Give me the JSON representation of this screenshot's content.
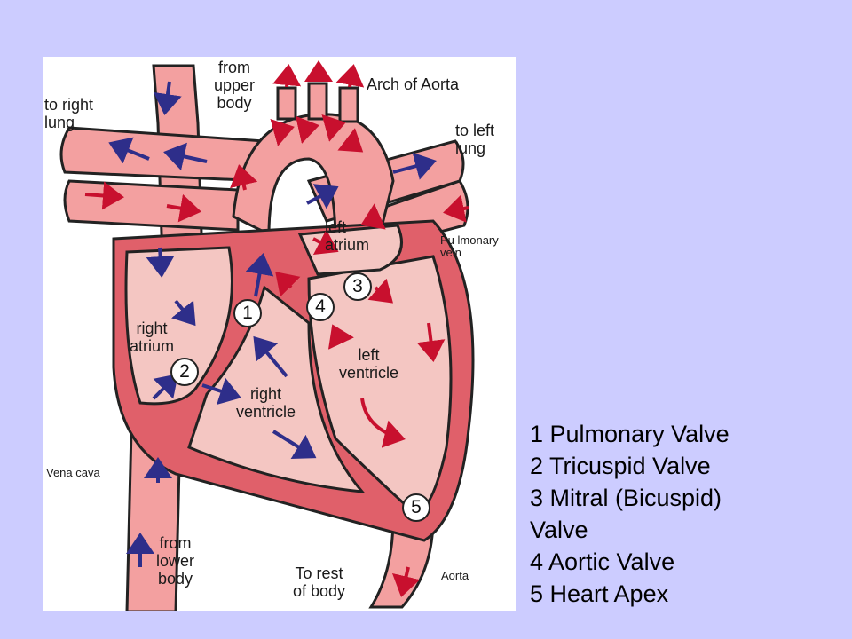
{
  "labels": {
    "upper_body": "from\nupper\nbody",
    "arch": "Arch of Aorta",
    "right_lung": "to right\nlung",
    "left_lung": "to left\nlung",
    "left_atrium": "left\natrium",
    "pulmonary_vein": "Pu lmonary\nvein",
    "right_atrium": "right\natrium",
    "left_ventricle": "left\nventricle",
    "right_ventricle": "right\nventricle",
    "vena_cava": "Vena cava",
    "lower_body": "from\nlower\nbody",
    "rest_of_body": "To rest\nof body",
    "aorta": "Aorta"
  },
  "markers": [
    "1",
    "2",
    "3",
    "4",
    "5"
  ],
  "legend": [
    "1 Pulmonary Valve",
    "2 Tricuspid Valve",
    "3 Mitral (Bicuspid)",
    "Valve",
    "4 Aortic Valve",
    "5 Heart Apex"
  ],
  "colors": {
    "background": "#ccccff",
    "vessel": "#f3a0a0",
    "muscle": "#e0606a",
    "chamber": "#f4c6c2",
    "blue_arrow": "#2e2e8a",
    "red_arrow": "#c8102e"
  }
}
